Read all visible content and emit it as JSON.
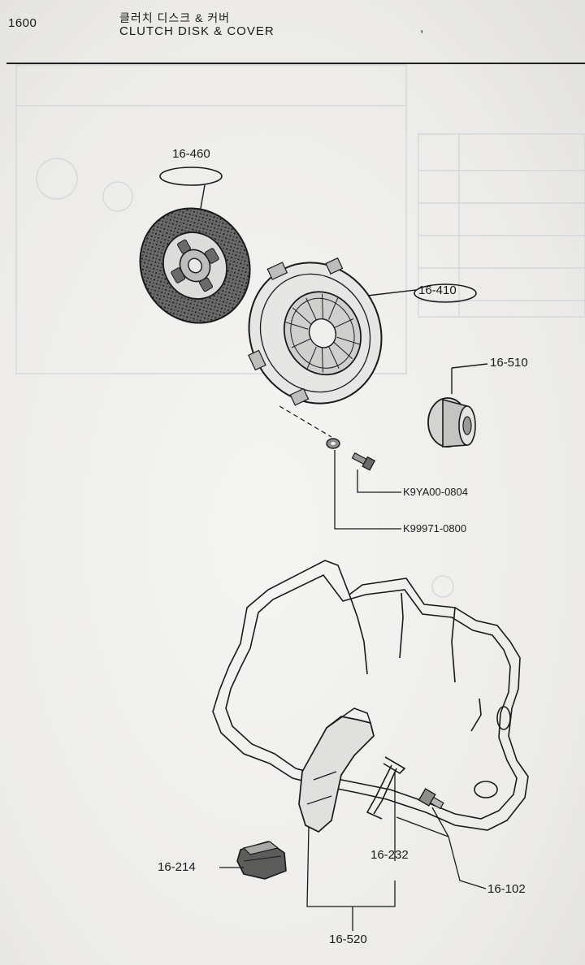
{
  "header": {
    "page_number": "1600",
    "title_ko": "클러치 디스크 & 커버",
    "title_en": "CLUTCH DISK & COVER",
    "mark": ","
  },
  "callouts": [
    {
      "id": "16-460",
      "label": "16-460"
    },
    {
      "id": "16-410",
      "label": "16-410"
    },
    {
      "id": "16-510",
      "label": "16-510"
    },
    {
      "id": "K9YA00-0804",
      "label": "K9YA00-0804"
    },
    {
      "id": "K99971-0800",
      "label": "K99971-0800"
    },
    {
      "id": "16-232",
      "label": "16-232"
    },
    {
      "id": "16-214",
      "label": "16-214"
    },
    {
      "id": "16-102",
      "label": "16-102"
    },
    {
      "id": "16-520",
      "label": "16-520"
    }
  ],
  "colors": {
    "ink": "#1a1a1a",
    "paper": "#efefed",
    "ghost": "#c9cdd6"
  }
}
